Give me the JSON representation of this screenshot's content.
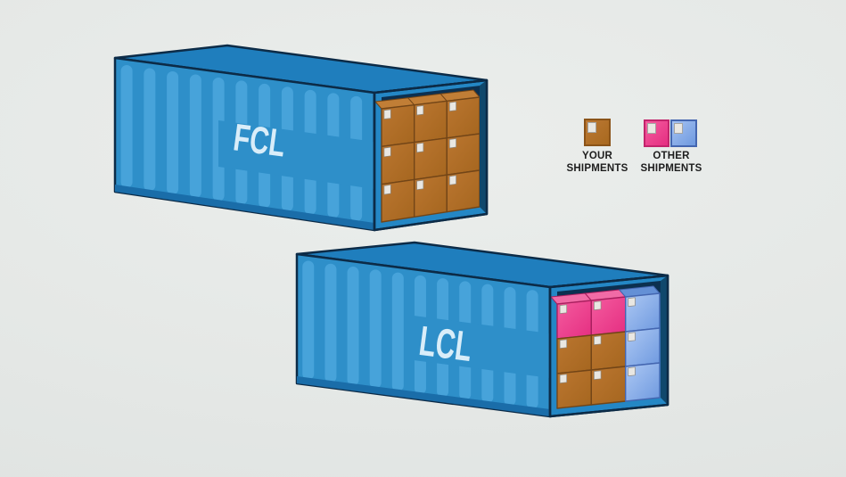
{
  "scene": {
    "description": "FCL vs LCL shipping container comparison diagram",
    "background_color": "#e5e8e6"
  },
  "palette": {
    "container_side": "#2E8FC9",
    "container_stripe": "#47A3DA",
    "container_top": "#1F7EBD",
    "container_rim": "#2487C5",
    "container_rim_shadow": "#10486C",
    "container_interior": "#0C3050",
    "container_bottom_rail": "#1A6DA9",
    "outline": "#0C2B47",
    "label_text": "#D9EDF9",
    "box_label_square": "#E9E7E2",
    "your": {
      "front": "#AF6E2B",
      "top": "#C17E36",
      "stroke": "#724517",
      "gradient": [
        "#BB7630",
        "#A5661F"
      ]
    },
    "other_pink": {
      "front": "#EC3A88",
      "top": "#F16BA6",
      "stroke": "#A81F5E",
      "gradient": [
        "#F45C9F",
        "#E52E81"
      ]
    },
    "other_blue": {
      "front": "#7DA8E8",
      "top": "#6490D6",
      "stroke": "#4466B0",
      "gradient": [
        "#AEC9F4",
        "#6E99DF"
      ]
    }
  },
  "containers": [
    {
      "id": "fcl",
      "label": "FCL",
      "grid": [
        [
          "your",
          "your",
          "your"
        ],
        [
          "your",
          "your",
          "your"
        ],
        [
          "your",
          "your",
          "your"
        ]
      ]
    },
    {
      "id": "lcl",
      "label": "LCL",
      "grid": [
        [
          "other_pink",
          "other_pink",
          "other_blue"
        ],
        [
          "your",
          "your",
          "other_blue"
        ],
        [
          "your",
          "your",
          "other_blue"
        ]
      ]
    }
  ],
  "legend": {
    "your": {
      "lines": [
        "YOUR",
        "SHIPMENTS"
      ],
      "swatch_types": [
        "your"
      ]
    },
    "other": {
      "lines": [
        "OTHER",
        "SHIPMENTS"
      ],
      "swatch_types": [
        "other_pink",
        "other_blue"
      ]
    }
  }
}
